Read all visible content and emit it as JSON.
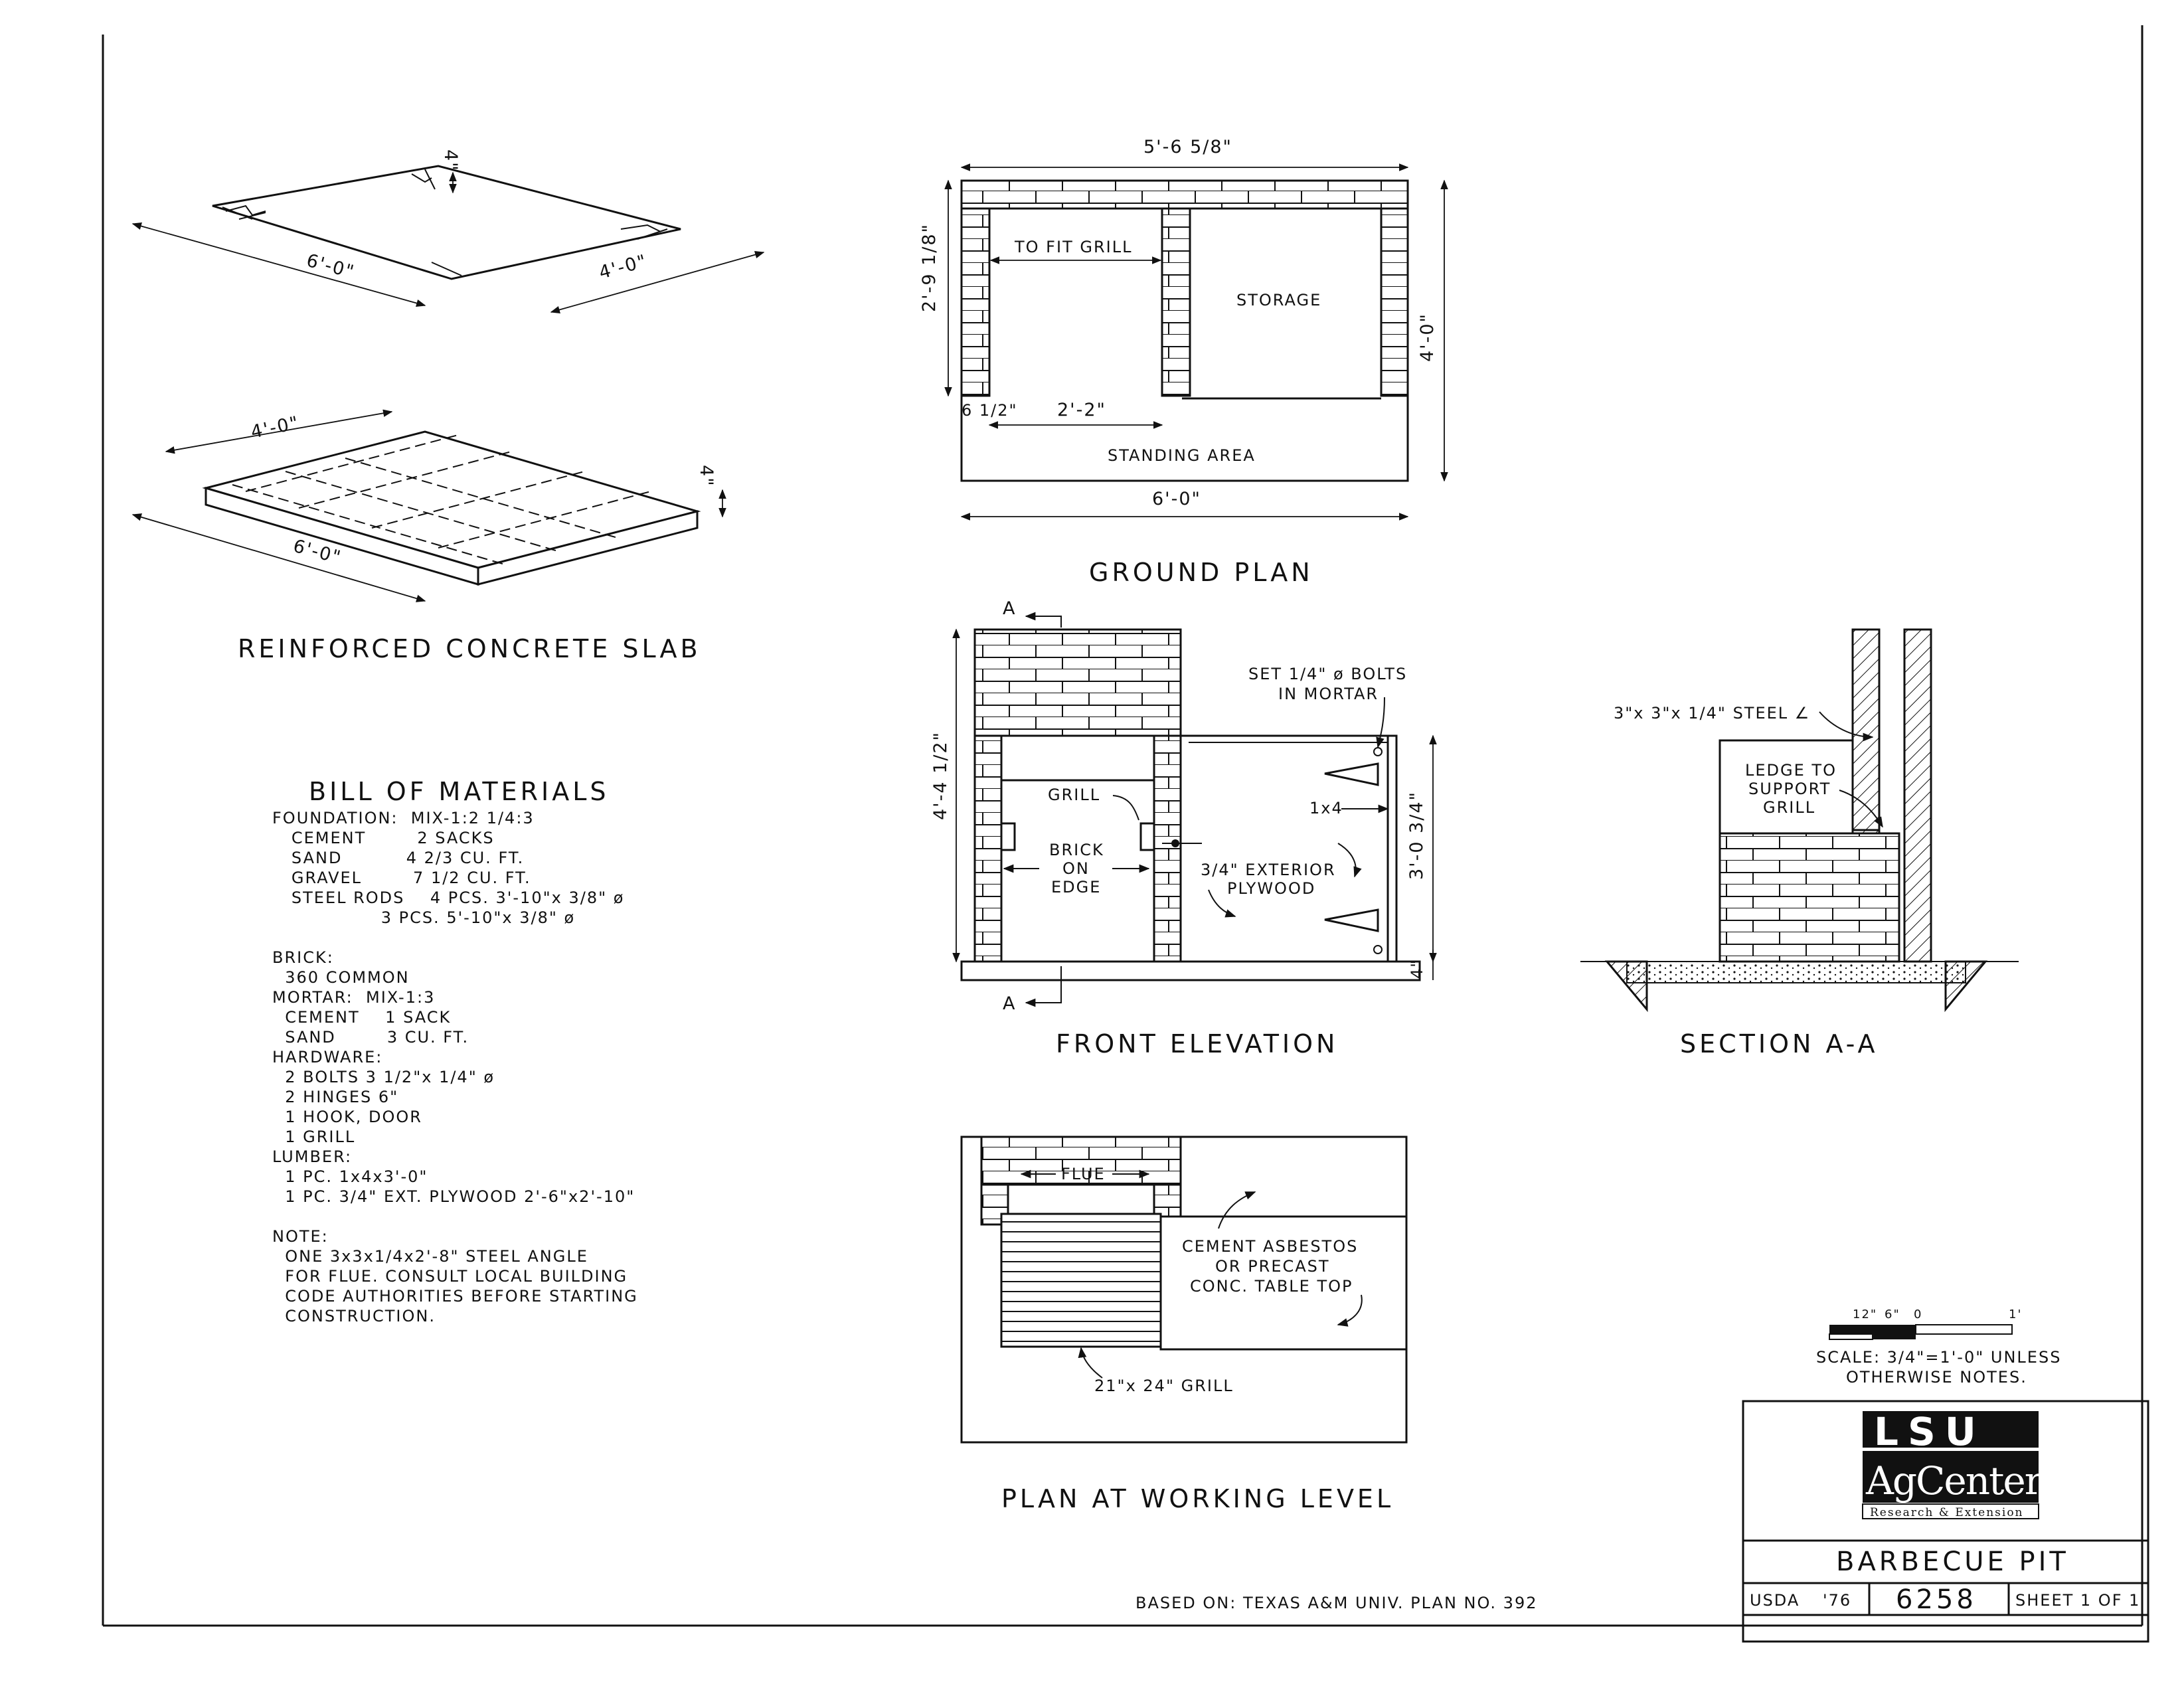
{
  "slab": {
    "iso_dim_depth": "4\"",
    "iso_dim_long": "6'-0\"",
    "iso_dim_short": "4'-0\"",
    "slab_dim_short": "4'-0\"",
    "slab_dim_depth": "4\"",
    "slab_dim_long": "6'-0\"",
    "title": "REINFORCED CONCRETE SLAB"
  },
  "ground_plan": {
    "title": "GROUND PLAN",
    "dim_top": "5'-6 5/8\"",
    "dim_left": "2'-9 1/8\"",
    "dim_right": "4'-0\"",
    "dim_bottom": "6'-0\"",
    "dim_wall": "6 1/2\"",
    "dim_grill_width": "2'-2\"",
    "label_fit": "TO FIT GRILL",
    "label_storage": "STORAGE",
    "label_standing": "STANDING AREA"
  },
  "front_elevation": {
    "title": "FRONT ELEVATION",
    "section_marker_top": "A",
    "section_marker_bottom": "A",
    "dim_height": "4'-4 1/2\"",
    "dim_right": "3'-0 3/4\"",
    "dim_slab": "4\"",
    "label_bolts_1": "SET 1/4\" ø BOLTS",
    "label_bolts_2": "IN MORTAR",
    "label_grill": "GRILL",
    "label_1x4": "1x4",
    "label_brick_1": "BRICK",
    "label_brick_2": "ON",
    "label_brick_3": "EDGE",
    "label_plywood_1": "3/4\" EXTERIOR",
    "label_plywood_2": "PLYWOOD"
  },
  "section": {
    "title": "SECTION A-A",
    "label_steel": "3\"x 3\"x 1/4\" STEEL ∠",
    "label_ledge_1": "LEDGE TO",
    "label_ledge_2": "SUPPORT",
    "label_ledge_3": "GRILL"
  },
  "working_plan": {
    "title": "PLAN AT WORKING LEVEL",
    "label_flue": "FLUE",
    "label_top_1": "CEMENT ASBESTOS",
    "label_top_2": "OR PRECAST",
    "label_top_3": "CONC. TABLE TOP",
    "label_grill": "21\"x 24\" GRILL"
  },
  "bill": {
    "title": "BILL OF MATERIALS",
    "lines": [
      "FOUNDATION:  MIX-1:2 1/4:3",
      "   CEMENT        2 SACKS",
      "   SAND          4 2/3 CU. FT.",
      "   GRAVEL        7 1/2 CU. FT.",
      "   STEEL RODS    4 PCS. 3'-10\"x 3/8\" ø",
      "                 3 PCS. 5'-10\"x 3/8\" ø",
      "",
      "BRICK:",
      "  360 COMMON",
      "MORTAR:  MIX-1:3",
      "  CEMENT    1 SACK",
      "  SAND        3 CU. FT.",
      "HARDWARE:",
      "  2 BOLTS 3 1/2\"x 1/4\" ø",
      "  2 HINGES 6\"",
      "  1 HOOK, DOOR",
      "  1 GRILL",
      "LUMBER:",
      "  1 PC. 1x4x3'-0\"",
      "  1 PC. 3/4\" EXT. PLYWOOD 2'-6\"x2'-10\"",
      "",
      "NOTE:",
      "  ONE 3x3x1/4x2'-8\" STEEL ANGLE",
      "  FOR FLUE. CONSULT LOCAL BUILDING",
      "  CODE AUTHORITIES BEFORE STARTING",
      "  CONSTRUCTION."
    ]
  },
  "scale": {
    "ticks": [
      "12\"",
      "6\"",
      "0",
      "1'"
    ],
    "line_1": "SCALE: 3/4\"=1'-0\" UNLESS",
    "line_2": "OTHERWISE NOTES."
  },
  "title_block": {
    "logo_top": "LSU",
    "logo_mid": "AgCenter",
    "logo_sub": "Research & Extension",
    "drawing_title": "BARBECUE PIT",
    "agency": "USDA",
    "year": "'76",
    "plan_number": "6258",
    "sheet": "SHEET 1 OF 1"
  },
  "footer": {
    "based_on": "BASED ON: TEXAS A&M UNIV. PLAN NO. 392"
  }
}
